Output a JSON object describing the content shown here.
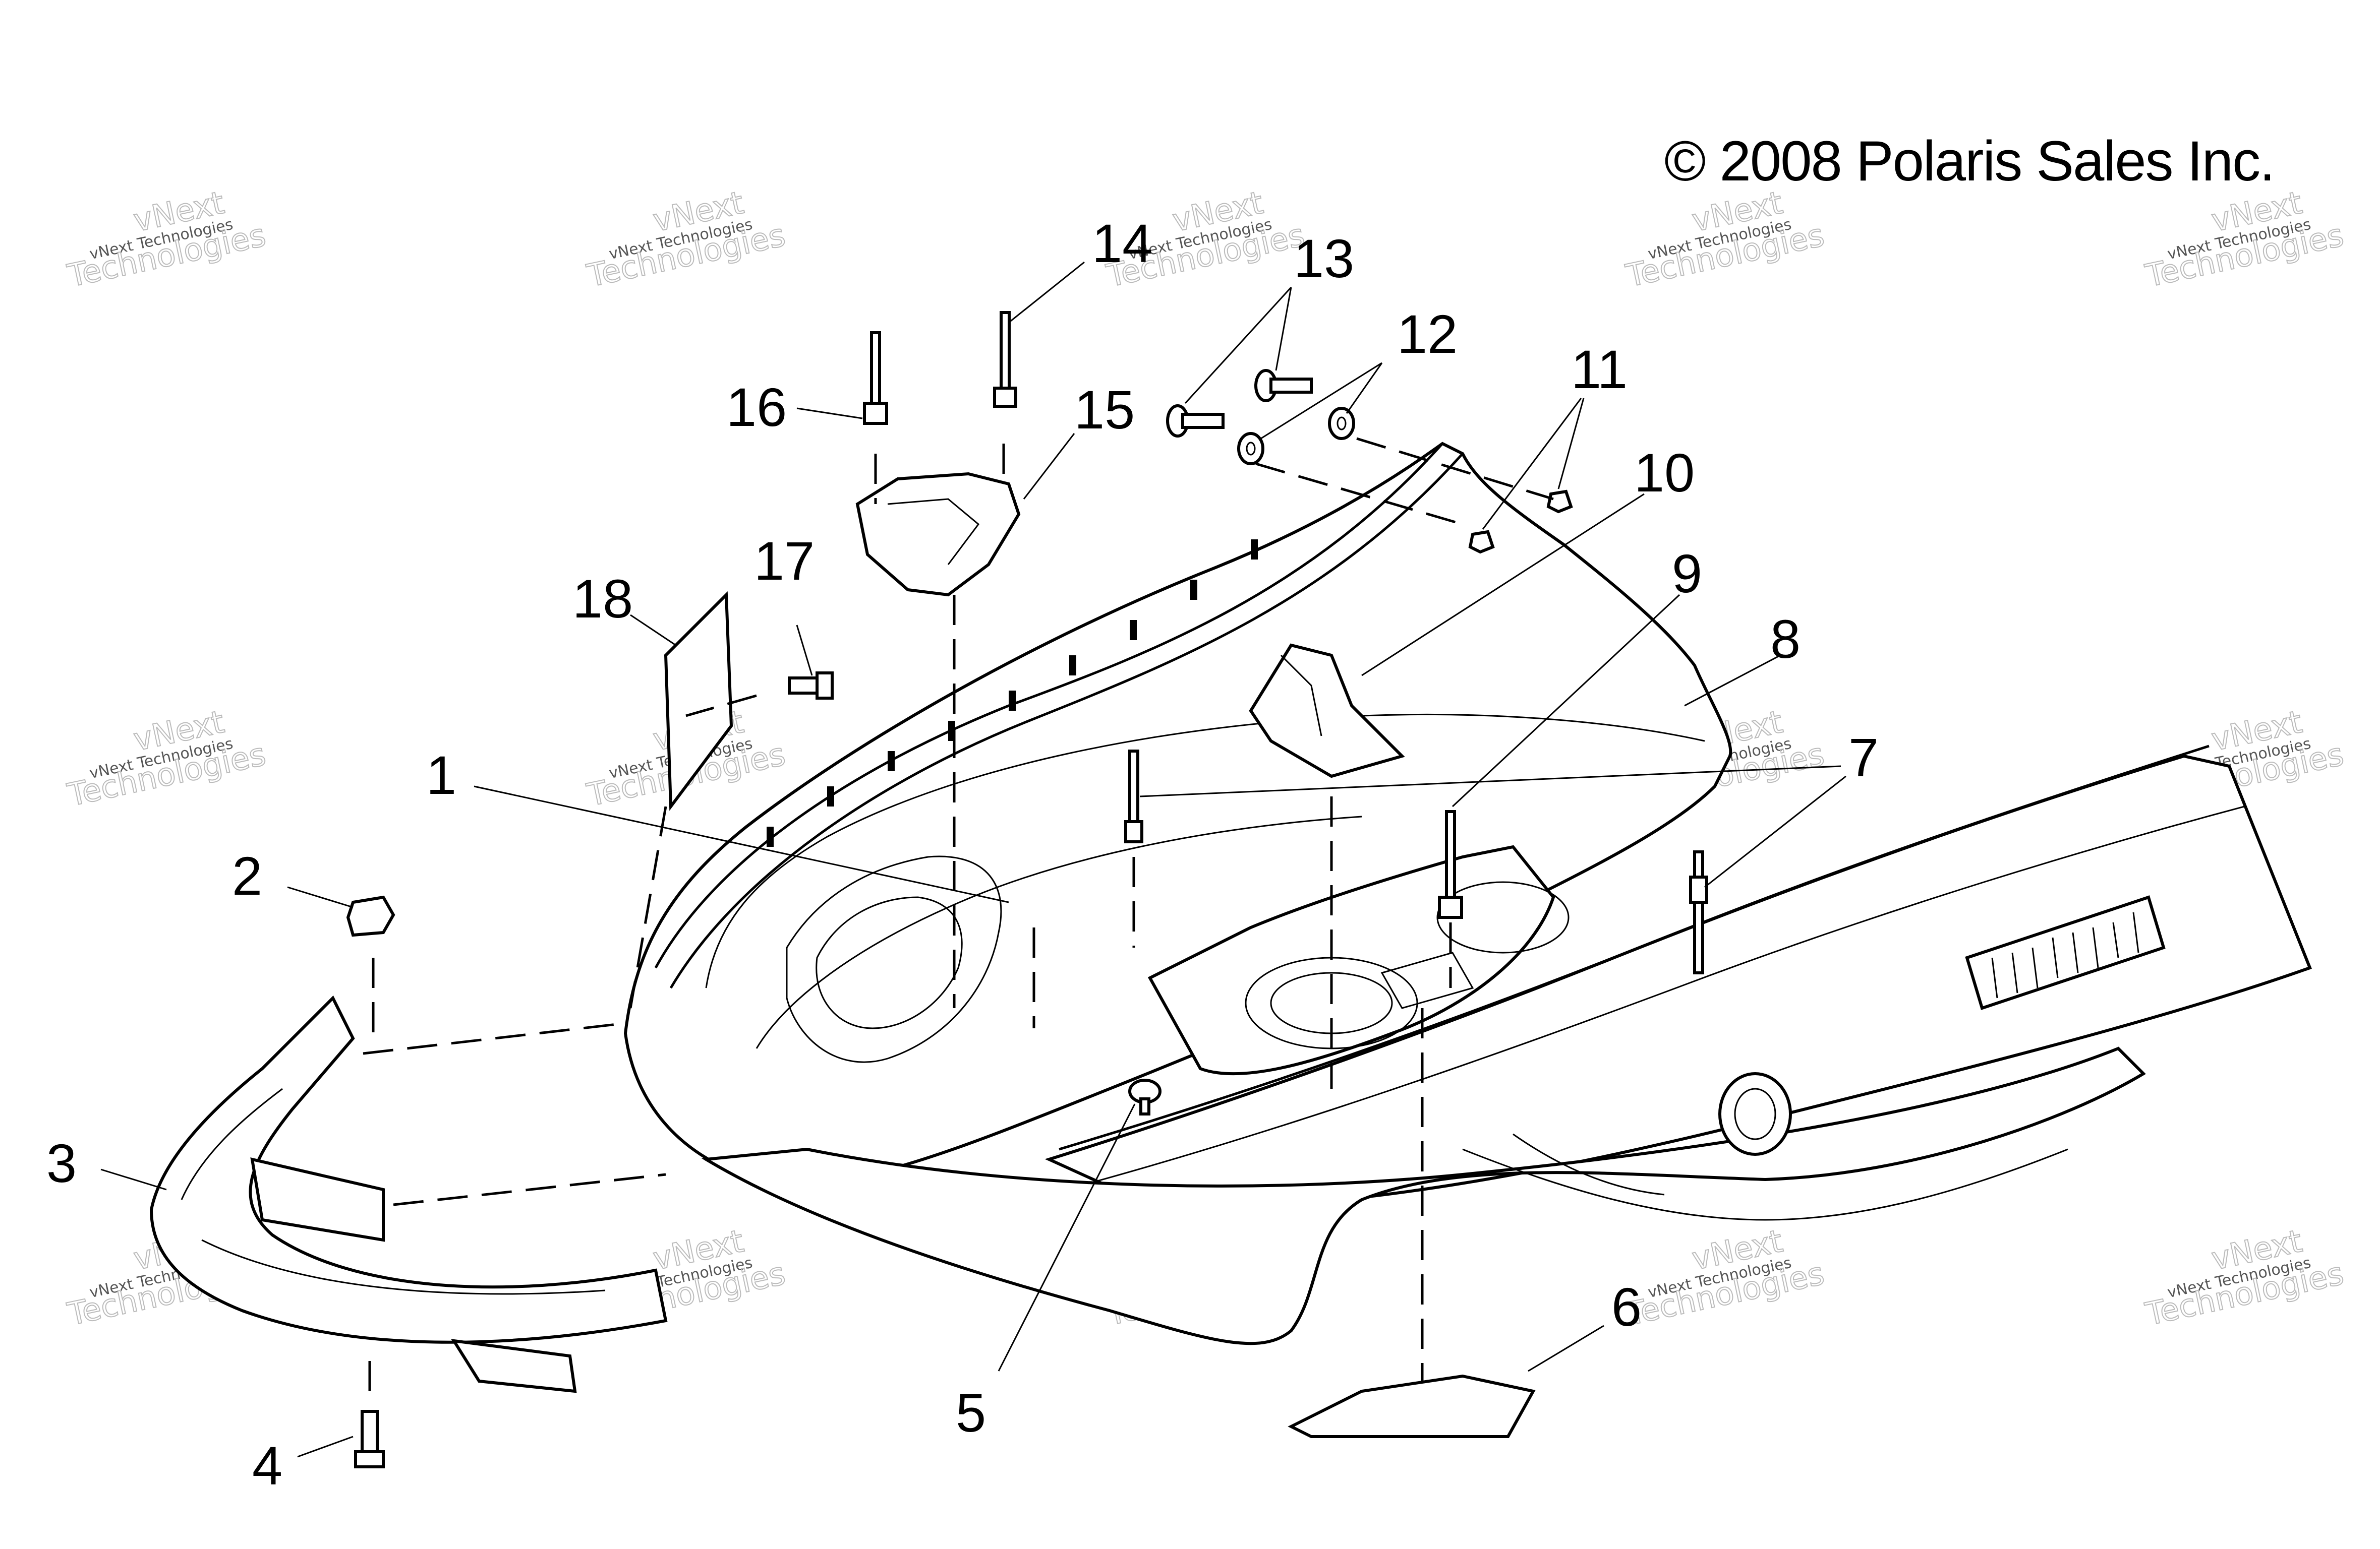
{
  "copyright": "© 2008 Polaris Sales Inc.",
  "callouts": [
    {
      "id": "1",
      "label": "1"
    },
    {
      "id": "2",
      "label": "2"
    },
    {
      "id": "3",
      "label": "3"
    },
    {
      "id": "4",
      "label": "4"
    },
    {
      "id": "5",
      "label": "5"
    },
    {
      "id": "6",
      "label": "6"
    },
    {
      "id": "7",
      "label": "7"
    },
    {
      "id": "8",
      "label": "8"
    },
    {
      "id": "9",
      "label": "9"
    },
    {
      "id": "10",
      "label": "10"
    },
    {
      "id": "11",
      "label": "11"
    },
    {
      "id": "12",
      "label": "12"
    },
    {
      "id": "13",
      "label": "13"
    },
    {
      "id": "14",
      "label": "14"
    },
    {
      "id": "15",
      "label": "15"
    },
    {
      "id": "16",
      "label": "16"
    },
    {
      "id": "17",
      "label": "17"
    },
    {
      "id": "18",
      "label": "18"
    }
  ],
  "watermark": {
    "line1": "vNext Technologies",
    "line2": "vNext",
    "line3": "Technologies"
  }
}
